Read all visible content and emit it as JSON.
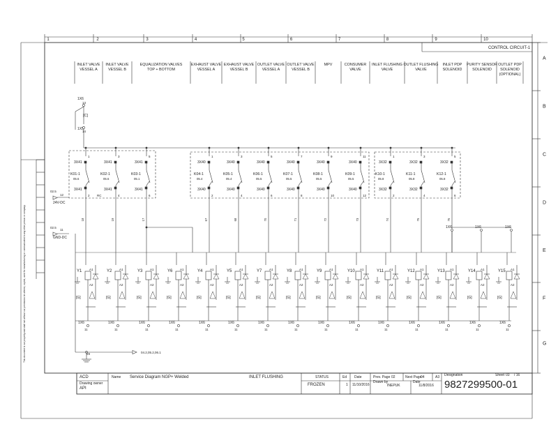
{
  "columns": [
    "1",
    "2",
    "3",
    "4",
    "5",
    "6",
    "7",
    "8",
    "9",
    "10"
  ],
  "rows": [
    "A",
    "B",
    "C",
    "D",
    "E",
    "F",
    "G"
  ],
  "sheet_header": "CONTROL CIRCUIT-1",
  "headers": [
    [
      "INLET VALVE",
      "VESSEL A"
    ],
    [
      "INLET VALVE",
      "VESSEL B"
    ],
    [
      "EQUALIZATION VALVES",
      "TOP + BOTTOM"
    ],
    [
      "EXHAUST VALVE",
      "VESSEL A"
    ],
    [
      "EXHAUST VALVE",
      "VESSEL B"
    ],
    [
      "OUTLET VALVE",
      "VESSEL A"
    ],
    [
      "OUTLET VALVE",
      "VESSEL B"
    ],
    [
      "MPV"
    ],
    [
      "CONSUMER",
      "VALVE"
    ],
    [
      "INLET FLUSHING",
      "VALVE"
    ],
    [
      "OUTLET FLUSHING",
      "VALVE"
    ],
    [
      "INLET PDP",
      "SOLENOID"
    ],
    [
      "PURITY SENSOR",
      "SOLENOID"
    ],
    [
      "OUTLET PDP",
      "SOLENOID",
      "(OPTIONAL)"
    ]
  ],
  "left_terminals": {
    "tx6_top": "1X6",
    "tx6_num": "13",
    "bracket": "[C]",
    "tx5": "1X5",
    "tx5_num": "14",
    "supply_ref": "02.5",
    "supply_wire": "12",
    "supply_label": "24V-DC",
    "gnd_ref": "02.5",
    "gnd_wire": "11",
    "gnd_label": "GND-DC",
    "pe_num": "29",
    "pe_ref": "04.2,05.2,06.1"
  },
  "relays": [
    {
      "k": "K01-1",
      "ref": "05.6",
      "top": "3X41",
      "bot": "3X41",
      "t": "1",
      "b": "2",
      "extra": "RC"
    },
    {
      "k": "K02-1",
      "ref": "05.6",
      "top": "3X41",
      "bot": "3X41",
      "t": "3",
      "b": "4",
      "extra": ""
    },
    {
      "k": "K03-1",
      "ref": "05.1",
      "top": "3X41",
      "bot": "3X41",
      "t": "5",
      "b": "6",
      "extra": ""
    },
    {
      "k": "K04-1",
      "ref": "05.4",
      "top": "3X40",
      "bot": "3X40",
      "t": "1",
      "b": "2",
      "extra": ""
    },
    {
      "k": "K05-1",
      "ref": "05.4",
      "top": "3X40",
      "bot": "3X40",
      "t": "3",
      "b": "4",
      "extra": ""
    },
    {
      "k": "K06-1",
      "ref": "05.5",
      "top": "3X40",
      "bot": "3X40",
      "t": "5",
      "b": "6",
      "extra": ""
    },
    {
      "k": "K07-1",
      "ref": "05.5",
      "top": "3X40",
      "bot": "3X40",
      "t": "7",
      "b": "8",
      "extra": ""
    },
    {
      "k": "K08-1",
      "ref": "05.5",
      "top": "3X40",
      "bot": "3X40",
      "t": "9",
      "b": "10",
      "extra": ""
    },
    {
      "k": "K09-1",
      "ref": "05.5",
      "top": "3X40",
      "bot": "3X40",
      "t": "11",
      "b": "12",
      "extra": ""
    },
    {
      "k": "K10-1",
      "ref": "05.8",
      "top": "3X32",
      "bot": "3X32",
      "t": "1",
      "b": "2",
      "extra": ""
    },
    {
      "k": "K11-1",
      "ref": "05.8",
      "top": "3X32",
      "bot": "3X32",
      "t": "3",
      "b": "4",
      "extra": ""
    },
    {
      "k": "K12-1",
      "ref": "05.8",
      "top": "3X32",
      "bot": "3X32",
      "t": "5",
      "b": "6",
      "extra": ""
    }
  ],
  "relay_wires": [
    "18",
    "19",
    "17",
    "67",
    "68",
    "70",
    "71",
    "72",
    "73",
    "74",
    "75",
    "76"
  ],
  "purity_terminals": [
    "1X6",
    "1X6",
    "1X6"
  ],
  "solenoids": [
    {
      "y": "Y1",
      "g": "[G]",
      "tx": "1X6",
      "n": "11"
    },
    {
      "y": "Y2",
      "g": "[G]",
      "tx": "1X6",
      "n": "11"
    },
    {
      "y": "Y3",
      "g": "[G]",
      "tx": "1X6",
      "n": "11"
    },
    {
      "y": "Y6",
      "g": "[G]",
      "tx": "1X6",
      "n": "11"
    },
    {
      "y": "Y4",
      "g": "[G]",
      "tx": "1X6",
      "n": "11"
    },
    {
      "y": "Y5",
      "g": "[G]",
      "tx": "1X6",
      "n": "11"
    },
    {
      "y": "Y7",
      "g": "[G]",
      "tx": "1X6",
      "n": "11"
    },
    {
      "y": "Y8",
      "g": "[G]",
      "tx": "1X6",
      "n": "11"
    },
    {
      "y": "Y9",
      "g": "[G]",
      "tx": "1X6",
      "n": "11"
    },
    {
      "y": "Y10",
      "g": "[G]",
      "tx": "1X6",
      "n": "11"
    },
    {
      "y": "Y11",
      "g": "[G]",
      "tx": "1X6",
      "n": "11"
    },
    {
      "y": "Y12",
      "g": "[G]",
      "tx": "1X6",
      "n": "11"
    },
    {
      "y": "Y13",
      "g": "[G]",
      "tx": "1X6",
      "n": "11"
    },
    {
      "y": "Y14",
      "g": "[G]",
      "tx": "1X6",
      "n": "11"
    },
    {
      "y": "Y15",
      "g": "[G]",
      "tx": "1X6",
      "n": "11"
    }
  ],
  "coil_pins": {
    "a1": "A1",
    "a2": "A2"
  },
  "title_block": {
    "company": "ACD",
    "owner_label": "Drawing owner",
    "owner": "API",
    "name_label": "Name",
    "name": "Service Diagram NGP+ Welded",
    "subject": "INLET FLUSHING",
    "status_label": "STATUS",
    "status": "FROZEN",
    "ed_label": "Ed",
    "ed": "1",
    "date_label": "Date",
    "date": "11/10/2016",
    "prev_label": "Prev. Page",
    "prev": "02",
    "next_label": "Next Page",
    "next": "04",
    "size": "A3",
    "drawn_label": "Drawn by",
    "drawn": "INEPUK",
    "date2_label": "Date",
    "date2": "11/8/2016",
    "designation_label": "Designation",
    "sheet_label": "Sheet",
    "sheet": "03",
    "sheet_total": "/ 16",
    "designation": "9827299500-01"
  },
  "side_note": "This document is our property and shall not without our permission be altered, copied, used for manufacturing or communicated to any other person or company."
}
